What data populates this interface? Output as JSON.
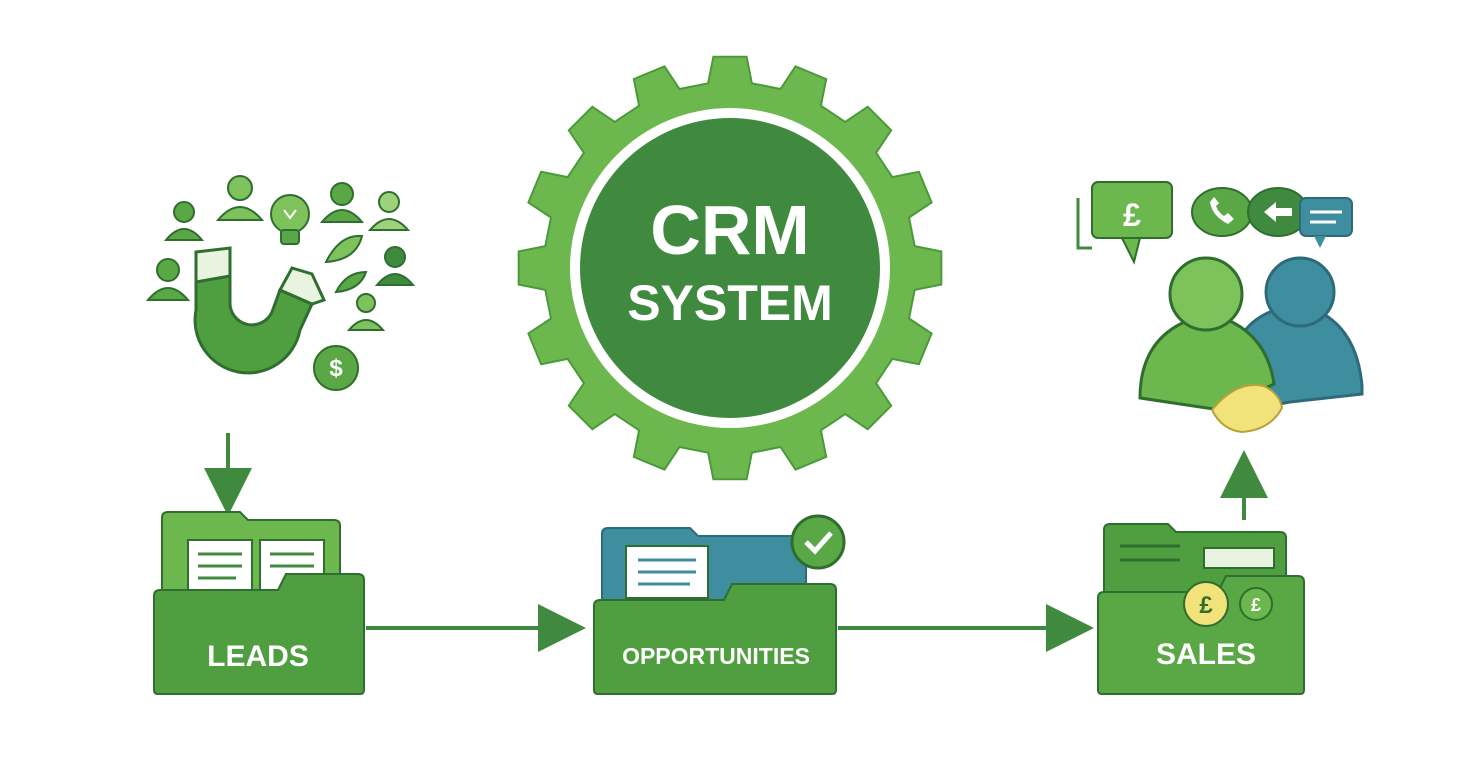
{
  "hub": {
    "line1": "CRM",
    "line2": "SYSTEM"
  },
  "stages": [
    {
      "id": "leads",
      "label": "LEADS"
    },
    {
      "id": "opportunities",
      "label": "OPPORTUNITIES"
    },
    {
      "id": "sales",
      "label": "SALES"
    }
  ],
  "currency": {
    "pound": "£",
    "dollar": "$"
  },
  "colors": {
    "green_dark": "#3f8a3f",
    "green_mid": "#5aa845",
    "green_light": "#7dc25a",
    "teal": "#3f8ea0",
    "yellow": "#f2e27a",
    "outline": "#2f6e2f"
  }
}
